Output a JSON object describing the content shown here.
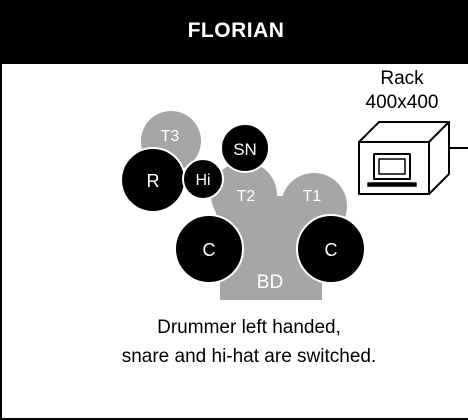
{
  "header": {
    "title": "FLORIAN"
  },
  "rack": {
    "label_line1": "Rack",
    "label_line2": "400x400",
    "icon": "rack-laptop-icon"
  },
  "drums": {
    "t3": "T3",
    "sn": "SN",
    "r": "R",
    "hi": "Hi",
    "t2": "T2",
    "t1": "T1",
    "c_left": "C",
    "c_right": "C",
    "bd": "BD"
  },
  "note": {
    "line1": "Drummer left handed,",
    "line2": "snare and hi-hat are switched."
  },
  "colors": {
    "dark": "#000000",
    "light_drum": "#a6a6a6",
    "text_light": "#ffffff",
    "background": "#ffffff"
  }
}
